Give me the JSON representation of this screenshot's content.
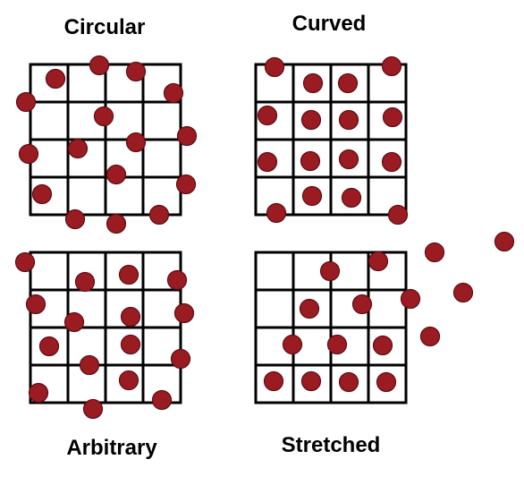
{
  "colors": {
    "dot_fill": "#9b1b22",
    "dot_stroke": "#5e0d12",
    "grid": "#000000",
    "text": "#000000"
  },
  "panels": [
    {
      "id": "circular",
      "title": "Circular"
    },
    {
      "id": "curved",
      "title": "Curved"
    },
    {
      "id": "arbitrary",
      "title": "Arbitrary"
    },
    {
      "id": "stretched",
      "title": "Stretched"
    }
  ]
}
